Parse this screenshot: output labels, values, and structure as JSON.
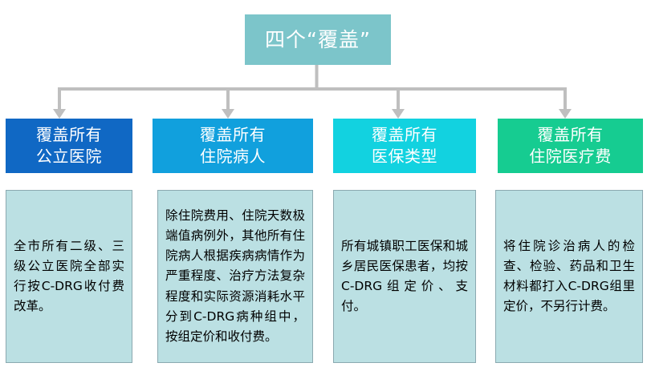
{
  "diagram": {
    "type": "hierarchy-flowchart",
    "title": "四个“覆盖”",
    "root": {
      "label": "四个“覆盖”",
      "fill_color": "#7cc5ca",
      "text_color": "#ffffff"
    },
    "connector_color": "#bfbfbf",
    "body_fill_color": "#bbe0e3",
    "body_border_color": "#8ba9b0",
    "branches": [
      {
        "header": "覆盖所有\n公立医院",
        "header_line1": "覆盖所有",
        "header_line2": "公立医院",
        "color": "#1068c4",
        "body": "全市所有二级、三级公立医院全部实行按C-DRG收付费改革。"
      },
      {
        "header": "覆盖所有\n住院病人",
        "header_line1": "覆盖所有",
        "header_line2": "住院病人",
        "color": "#11a0dd",
        "body": "除住院费用、住院天数极端值病例外，其他所有住院病人根据疾病病情作为严重程度、治疗方法复杂程度和实际资源消耗水平分到C-DRG病种组中，按组定价和收付费。"
      },
      {
        "header": "覆盖所有\n医保类型",
        "header_line1": "覆盖所有",
        "header_line2": "医保类型",
        "color": "#12d2e0",
        "body": "所有城镇职工医保和城乡居民医保患者，均按C-DRG组定价、支付。"
      },
      {
        "header": "覆盖所有\n住院医疗费",
        "header_line1": "覆盖所有",
        "header_line2": "住院医疗费",
        "color": "#16cc91",
        "body": "将住院诊治病人的检查、检验、药品和卫生材料都打入C-DRG组里定价，不另行计费。"
      }
    ]
  }
}
